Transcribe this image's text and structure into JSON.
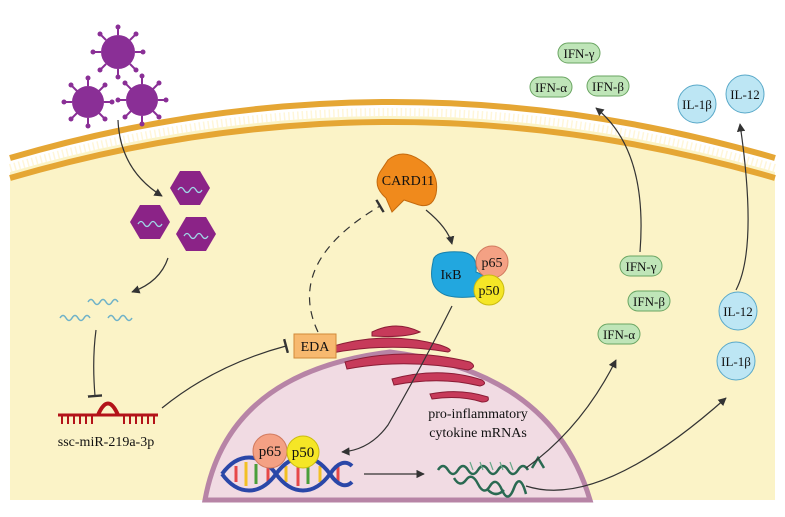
{
  "labels": {
    "card11": "CARD11",
    "ikb": "IκB",
    "p65": "p65",
    "p50": "p50",
    "eda": "EDA",
    "mirna": "ssc-miR-219a-3p",
    "mrna_line1": "pro-inflammatory",
    "mrna_line2": "cytokine mRNAs"
  },
  "cytokines_outside_green": [
    "IFN-γ",
    "IFN-α",
    "IFN-β"
  ],
  "cytokines_outside_blue": [
    "IL-1β",
    "IL-12"
  ],
  "cytokines_inside_green": [
    "IFN-γ",
    "IFN-β",
    "IFN-α"
  ],
  "cytokines_inside_blue": [
    "IL-12",
    "IL-1β"
  ],
  "colors": {
    "cytoplasm": "#fbf3c7",
    "virus": "#8a2f96",
    "capsid": "#8b2387",
    "card11": "#f08a1c",
    "ikb": "#22a7df",
    "p65": "#f4a184",
    "p50": "#f5e626",
    "eda": "#f7b96f",
    "mirna": "#b31319",
    "green_cytokine": "#bfe5b8",
    "blue_cytokine": "#bde6f4",
    "golgi": "#c73a5a",
    "nucleus": "#f1dbe3"
  }
}
